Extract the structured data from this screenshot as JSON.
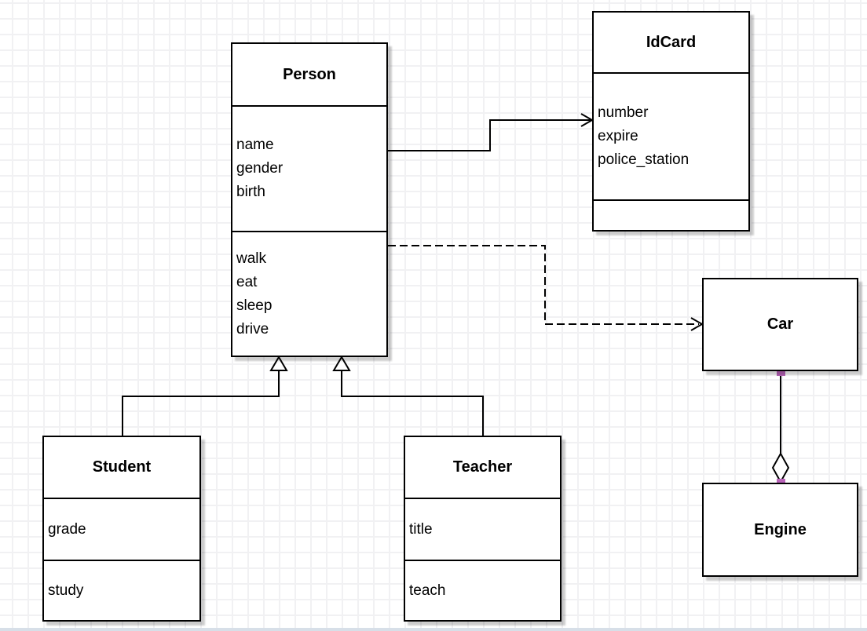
{
  "diagram": {
    "type": "uml-class-diagram",
    "classes": {
      "person": {
        "title": "Person",
        "attributes": [
          "name",
          "gender",
          "birth"
        ],
        "methods": [
          "walk",
          "eat",
          "sleep",
          "drive"
        ]
      },
      "idcard": {
        "title": "IdCard",
        "attributes": [
          "number",
          "expire",
          "police_station"
        ],
        "methods": []
      },
      "car": {
        "title": "Car",
        "attributes": [],
        "methods": []
      },
      "engine": {
        "title": "Engine",
        "attributes": [],
        "methods": []
      },
      "student": {
        "title": "Student",
        "attributes": [
          "grade"
        ],
        "methods": [
          "study"
        ]
      },
      "teacher": {
        "title": "Teacher",
        "attributes": [
          "title"
        ],
        "methods": [
          "teach"
        ]
      }
    },
    "relationships": [
      {
        "from": "Person",
        "to": "IdCard",
        "type": "directed-association",
        "line": "solid",
        "arrow": "open"
      },
      {
        "from": "Person",
        "to": "Car",
        "type": "dependency",
        "line": "dashed",
        "arrow": "open"
      },
      {
        "from": "Student",
        "to": "Person",
        "type": "generalization",
        "line": "solid",
        "arrow": "hollow-triangle"
      },
      {
        "from": "Teacher",
        "to": "Person",
        "type": "generalization",
        "line": "solid",
        "arrow": "hollow-triangle"
      },
      {
        "from": "Car",
        "to": "Engine",
        "type": "aggregation",
        "line": "solid",
        "arrow": "hollow-diamond"
      }
    ],
    "colors": {
      "line": "#000000",
      "box_fill": "#ffffff",
      "box_border": "#000000",
      "shadow": "#c9c9c9",
      "grid_line": "#f1f1f3",
      "endpoint_marker": "#b964b9",
      "bottom_strip": "#d7dfe8"
    }
  }
}
